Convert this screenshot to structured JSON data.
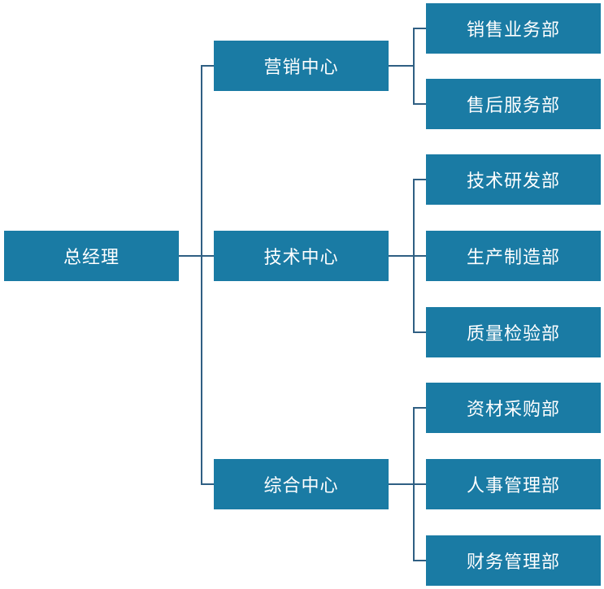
{
  "colors": {
    "node_fill": "#1a7ba4",
    "node_text": "#ffffff",
    "connector": "#2f5f83"
  },
  "org": {
    "root": {
      "label": "总经理"
    },
    "centers": [
      {
        "label": "营销中心",
        "departments": [
          "销售业务部",
          "售后服务部"
        ]
      },
      {
        "label": "技术中心",
        "departments": [
          "技术研发部",
          "生产制造部",
          "质量检验部"
        ]
      },
      {
        "label": "综合中心",
        "departments": [
          "资材采购部",
          "人事管理部",
          "财务管理部"
        ]
      }
    ]
  }
}
